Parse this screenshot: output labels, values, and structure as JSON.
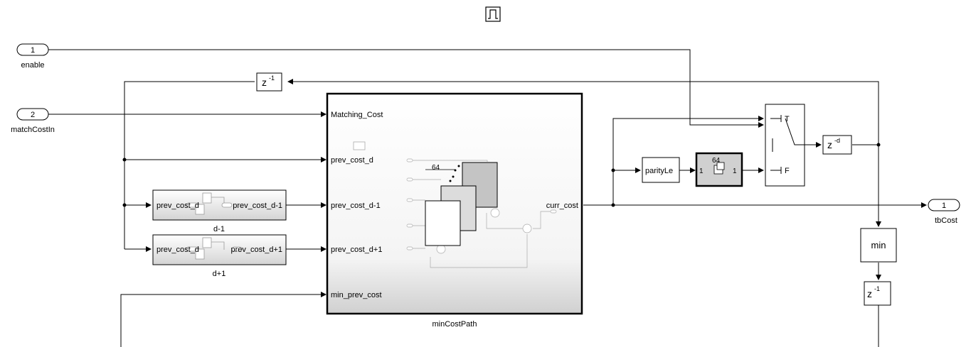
{
  "ports": {
    "in1": {
      "number": "1",
      "label": "enable"
    },
    "in2": {
      "number": "2",
      "label": "matchCostIn"
    },
    "out1": {
      "number": "1",
      "label": "tbCost"
    }
  },
  "delays": {
    "top": "z",
    "top_exp": "-1",
    "right": "z",
    "right_exp": "-d",
    "bottom": "z",
    "bottom_exp": "-1"
  },
  "subsys_dm1": {
    "in_port": "prev_cost_d",
    "out_port": "prev_cost_d-1",
    "name": "d-1"
  },
  "subsys_dp1": {
    "in_port": "prev_cost_d",
    "out_port": "prev_cost_d+1",
    "name": "d+1"
  },
  "main_block": {
    "name": "minCostPath",
    "inputs": [
      "Matching_Cost",
      "prev_cost_d",
      "prev_cost_d-1",
      "prev_cost_d+1",
      "min_prev_cost"
    ],
    "output": "curr_cost",
    "thumb_value": "64"
  },
  "parity": {
    "label": "parityLe"
  },
  "selector": {
    "top": "64",
    "left": "1",
    "right": "1"
  },
  "switch": {
    "true_label": "T",
    "false_label": "F"
  },
  "min_block": {
    "label": "min"
  },
  "colors": {
    "line": "#000000",
    "block_border": "#000000",
    "gradient_top": "#ffffff",
    "gradient_bottom": "#d9d9d9"
  }
}
